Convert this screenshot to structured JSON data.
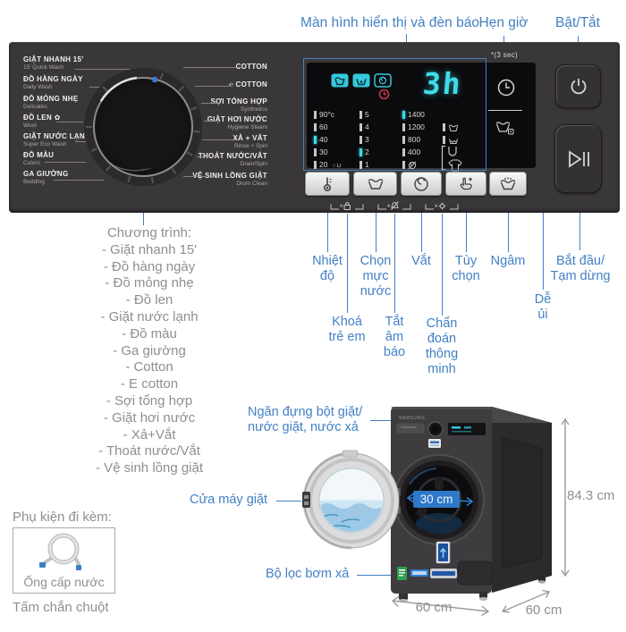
{
  "colors": {
    "accent_blue": "#4380c4",
    "text_gray": "#8f8f8f",
    "display_cyan": "#3fd9e6",
    "panel_bg": "#3a3739"
  },
  "header": {
    "display_title": "Màn hình hiển thị và đèn báo",
    "timer_label": "Hẹn giờ",
    "power_label": "Bật/Tắt",
    "timer_note": "*(3 sec)"
  },
  "panel": {
    "programs_left": [
      {
        "vi": "GIẶT NHANH 15'",
        "en": "15' Quick Wash"
      },
      {
        "vi": "ĐỒ HÀNG NGÀY",
        "en": "Daily Wash"
      },
      {
        "vi": "ĐỒ MỎNG NHẸ",
        "en": "Delicates"
      },
      {
        "vi": "ĐỒ LEN",
        "en": "Wool"
      },
      {
        "vi": "GIẶT NƯỚC LẠNH",
        "en": "Super Eco Wash"
      },
      {
        "vi": "ĐỒ MÀU",
        "en": "Colors"
      },
      {
        "vi": "GA GIƯỜNG",
        "en": "Bedding"
      }
    ],
    "programs_right": [
      {
        "vi": "COTTON",
        "en": ""
      },
      {
        "vi": "℮ COTTON",
        "en": ""
      },
      {
        "vi": "SỢI TỔNG HỢP",
        "en": "Synthetics"
      },
      {
        "vi": "GIẶT HƠI NƯỚC",
        "en": "Hygiene Steam"
      },
      {
        "vi": "XẢ + VẮT",
        "en": "Rinse + Spin"
      },
      {
        "vi": "THOÁT NƯỚC/VẮT",
        "en": "Drain/Spin"
      },
      {
        "vi": "VỆ SINH LỒNG GIẶT",
        "en": "Drum Clean"
      }
    ],
    "display": {
      "time": "3h",
      "temps": [
        "90°c",
        "60",
        "40",
        "30",
        "20"
      ],
      "cold_icon": "○⊔",
      "levels": [
        "5",
        "4",
        "3",
        "2",
        "1"
      ],
      "spins": [
        "1400",
        "1200",
        "800",
        "400"
      ]
    }
  },
  "controls": {
    "temp": "Nhiệt độ",
    "water_level": "Chọn mực nước",
    "spin": "Vắt",
    "options": "Tùy chọn",
    "soak": "Ngâm",
    "start_line1": "Bắt đầu/",
    "start_line2": "Tạm dừng",
    "easy_iron": "Dễ ủi",
    "child_lock": "Khoá trẻ em",
    "mute": "Tắt âm báo",
    "smart_check": "Chẩn đoán thông minh"
  },
  "program_list": {
    "title": "Chương trình:",
    "items": [
      "- Giặt nhanh 15'",
      "- Đồ hàng ngày",
      "- Đồ mỏng nhẹ",
      "- Đồ len",
      "- Giặt nước lạnh",
      "- Đồ màu",
      "- Ga giường",
      "- Cotton",
      "- E cotton",
      "- Sợi tổng hợp",
      "- Giặt hơi nước",
      "- Xả+Vắt",
      "- Thoát nước/Vắt",
      "- Vệ sinh lồng giặt"
    ]
  },
  "machine": {
    "brand": "SAMSUNG",
    "drawer_label_1": "Ngăn đựng bột giặt/",
    "drawer_label_2": "nước giặt, nước xả",
    "door_label": "Cửa máy giặt",
    "filter_label": "Bộ lọc bơm xả",
    "dim_door": "30 cm",
    "dim_height": "84.3 cm",
    "dim_width": "60 cm",
    "dim_depth": "60 cm"
  },
  "accessories": {
    "title": "Phụ kiện đi kèm:",
    "hose": "Ống cấp nước",
    "mouse_guard": "Tấm chắn chuột"
  },
  "icons": {
    "wool": "✿"
  }
}
